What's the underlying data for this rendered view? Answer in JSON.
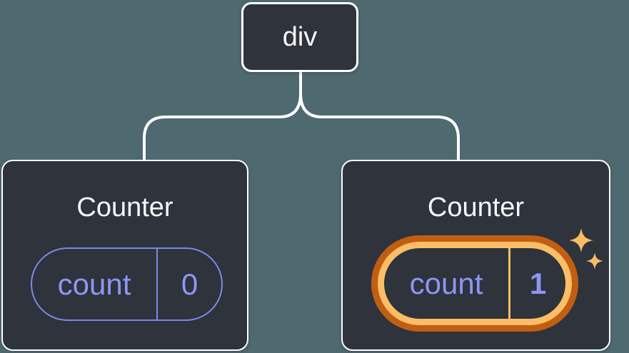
{
  "diagram": {
    "description": "component-tree",
    "background_color": "#4E6970",
    "root_node": {
      "label": "div"
    },
    "nodes": [
      {
        "title": "Counter",
        "state": {
          "name": "count",
          "value": "0"
        },
        "highlighted": false
      },
      {
        "title": "Counter",
        "state": {
          "name": "count",
          "value": "1"
        },
        "highlighted": true
      }
    ],
    "colors": {
      "card_background": "#2E333C",
      "card_border": "#FFFFFF",
      "connector": "#FFFFFF",
      "state_pill_line": "#7C89E8",
      "state_pill_text": "#8E96F3",
      "highlight_outer": "#C25E12",
      "highlight_inner": "#FBBE66",
      "sparkle": "#F8BC66",
      "title_text": "#F6F7F9"
    }
  }
}
